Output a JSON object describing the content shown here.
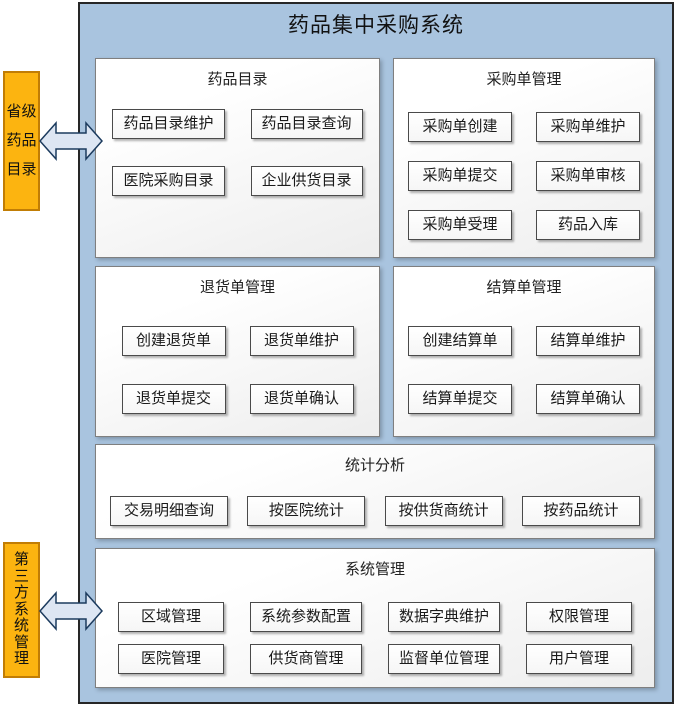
{
  "title": "药品集中采购系统",
  "external": {
    "provincial_catalog": "省级药品目录",
    "third_party": "第三方系统管理"
  },
  "modules": [
    {
      "name": "药品目录",
      "items": [
        "药品目录维护",
        "药品目录查询",
        "医院采购目录",
        "企业供货目录"
      ]
    },
    {
      "name": "采购单管理",
      "items": [
        "采购单创建",
        "采购单维护",
        "采购单提交",
        "采购单审核",
        "采购单受理",
        "药品入库"
      ]
    },
    {
      "name": "退货单管理",
      "items": [
        "创建退货单",
        "退货单维护",
        "退货单提交",
        "退货单确认"
      ]
    },
    {
      "name": "结算单管理",
      "items": [
        "创建结算单",
        "结算单维护",
        "结算单提交",
        "结算单确认"
      ]
    },
    {
      "name": "统计分析",
      "items": [
        "交易明细查询",
        "按医院统计",
        "按供货商统计",
        "按药品统计"
      ]
    },
    {
      "name": "系统管理",
      "items": [
        "区域管理",
        "系统参数配置",
        "数据字典维护",
        "权限管理",
        "医院管理",
        "供货商管理",
        "监督单位管理",
        "用户管理"
      ]
    }
  ],
  "colors": {
    "container-bg": "#a9c4df",
    "container-border": "#262626",
    "panel-border": "#7f7f7f",
    "button-border": "#4a4a4a",
    "accent-orange": "#fcb410",
    "accent-orange-border": "#c17d05",
    "arrow-fill": "#dde6f3",
    "arrow-border": "#1c3b5e"
  }
}
